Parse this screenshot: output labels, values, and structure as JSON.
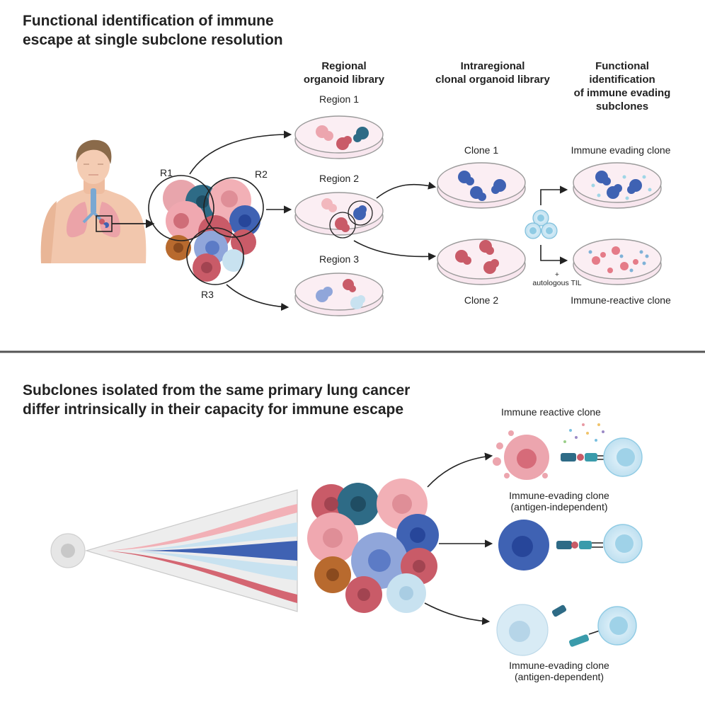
{
  "top_section": {
    "title_lines": [
      "Functional identification of immune",
      "escape at single subclone resolution"
    ],
    "columns": {
      "regional": [
        "Regional",
        "organoid library"
      ],
      "intraregional": [
        "Intraregional",
        "clonal organoid library"
      ],
      "functional": [
        "Functional",
        "identification",
        "of immune evading",
        "subclones"
      ]
    },
    "region_markers": [
      "R1",
      "R2",
      "R3"
    ],
    "regions": [
      "Region 1",
      "Region 2",
      "Region 3"
    ],
    "clones": [
      "Clone 1",
      "Clone 2"
    ],
    "outcomes": [
      "Immune evading clone",
      "Immune-reactive clone"
    ],
    "til": [
      "+",
      "autologous TIL"
    ]
  },
  "bottom_section": {
    "title_lines": [
      "Subclones isolated from the same primary lung cancer",
      "differ intrinsically in their capacity for immune escape"
    ],
    "clone_labels": {
      "reactive": "Immune reactive clone",
      "evading_independent": [
        "Immune-evading clone",
        "(antigen-independent)"
      ],
      "evading_dependent": [
        "Immune-evading clone",
        "(antigen-dependent)"
      ]
    }
  },
  "colors": {
    "pink": "#eca5ae",
    "red": "#c95b68",
    "dark_blue": "#3f62b3",
    "teal": "#2e6b86",
    "periwinkle": "#90a6da",
    "light_blue": "#c8e2f0",
    "orange": "#b86a2e",
    "dish": "#f8e6ee",
    "divider": "#555555"
  }
}
